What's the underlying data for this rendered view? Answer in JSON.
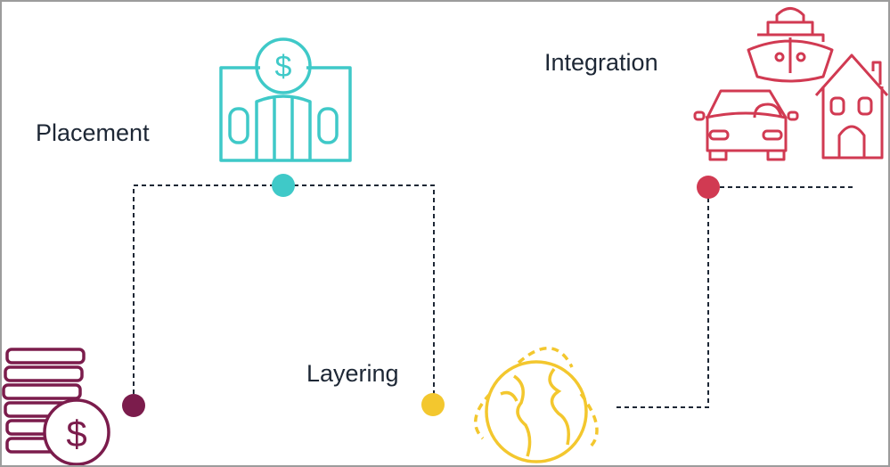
{
  "stages": [
    {
      "label": "Placement",
      "color": "#7b1c4c",
      "icon": "coins-icon"
    },
    {
      "label": "Layering",
      "color": "#f3c72e",
      "icon": "globe-icon"
    },
    {
      "label": "Integration",
      "color": "#d13a52",
      "icon": "assets-icon"
    }
  ],
  "bank_color": "#3fc9c8",
  "line_color": "#1d2735",
  "currency_symbol": "$"
}
